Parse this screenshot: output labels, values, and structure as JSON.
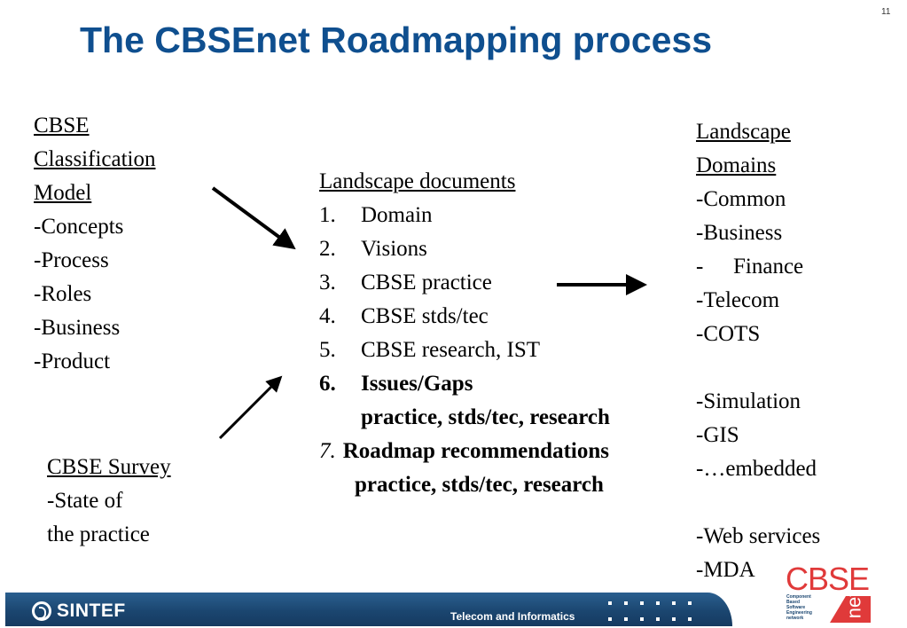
{
  "slide": {
    "title": "The CBSEnet Roadmapping process",
    "page_number": "11"
  },
  "classification": {
    "heading_lines": [
      "CBSE",
      "Classification",
      "Model"
    ],
    "items": [
      "-Concepts",
      "-Process",
      "-Roles",
      "-Business",
      "-Product"
    ]
  },
  "survey": {
    "heading": "CBSE Survey",
    "lines": [
      "-State of",
      "the practice"
    ]
  },
  "landscape_documents": {
    "heading": "Landscape documents",
    "items": [
      {
        "num": "1.",
        "text": "Domain"
      },
      {
        "num": "2.",
        "text": "Visions"
      },
      {
        "num": "3.",
        "text": "CBSE practice"
      },
      {
        "num": "4.",
        "text": "CBSE stds/tec"
      },
      {
        "num": "5.",
        "text": "CBSE research, IST"
      },
      {
        "num": "6.",
        "text": "Issues/Gaps",
        "sub": "practice, stds/tec, research"
      },
      {
        "num": "7.",
        "text": "Roadmap recommendations",
        "sub": "practice, stds/tec, research"
      }
    ]
  },
  "landscape_domains": {
    "heading_lines": [
      "Landscape",
      "Domains"
    ],
    "items": [
      "-Common",
      "-Business",
      "-",
      "-Telecom",
      "-COTS",
      "",
      "-Simulation",
      "-GIS",
      "-…embedded",
      "",
      "-Web services",
      "-MDA"
    ],
    "finance": "Finance"
  },
  "footer": {
    "organization": "SINTEF",
    "division": "Telecom and Informatics",
    "logo_text": "CBSE",
    "logo_subtext": [
      "Component",
      "Based",
      "Software",
      "Engineering",
      "network"
    ],
    "logo_net": "net"
  },
  "colors": {
    "title": "#0f4f8f",
    "footer_bar": "#1b4670",
    "logo_red": "#e03a3a"
  }
}
